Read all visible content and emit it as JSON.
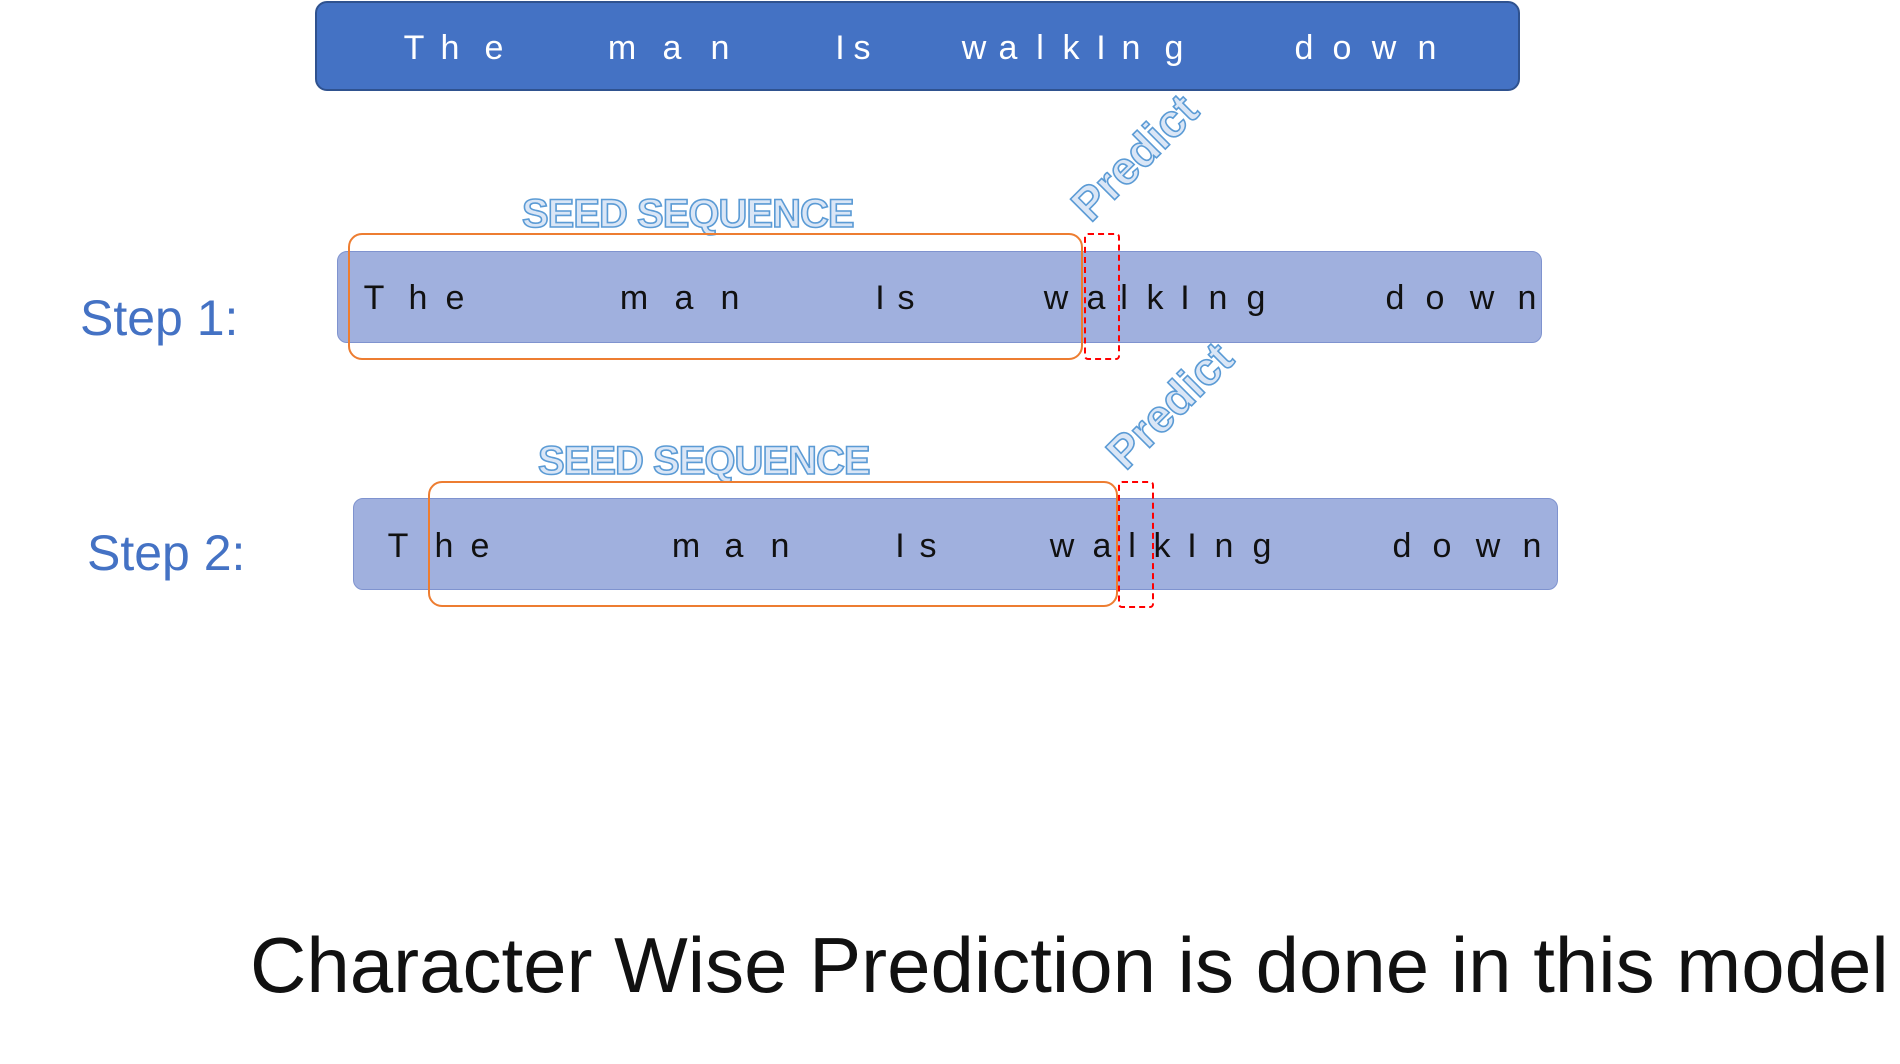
{
  "top_sequence": {
    "chars": [
      "T",
      "h",
      "e",
      "m",
      "a",
      "n",
      "I",
      "s",
      "w",
      "a",
      "l",
      "k",
      "I",
      "n",
      "g",
      "d",
      "o",
      "w",
      "n"
    ]
  },
  "steps": [
    {
      "label": "Step 1:",
      "seed_label": "SEED SEQUENCE",
      "predict_label": "Predict",
      "chars": [
        "T",
        "h",
        "e",
        "m",
        "a",
        "n",
        "I",
        "s",
        "w",
        "a",
        "l",
        "k",
        "I",
        "n",
        "g",
        "d",
        "o",
        "w",
        "n"
      ],
      "predicted_char": "a"
    },
    {
      "label": "Step 2:",
      "seed_label": "SEED SEQUENCE",
      "predict_label": "Predict",
      "chars": [
        "T",
        "h",
        "e",
        "m",
        "a",
        "n",
        "I",
        "s",
        "w",
        "a",
        "l",
        "k",
        "I",
        "n",
        "g",
        "d",
        "o",
        "w",
        "n"
      ],
      "predicted_char": "l"
    }
  ],
  "caption": "Character Wise Prediction is done in this model",
  "colors": {
    "top_bar": "#4472c4",
    "sequence_bar": "#a0b0de",
    "step_label": "#4472c4",
    "seed_box_outline": "#ed7d31",
    "predict_box_outline": "#ff0000",
    "wordart_outline": "#5b9bd5"
  }
}
